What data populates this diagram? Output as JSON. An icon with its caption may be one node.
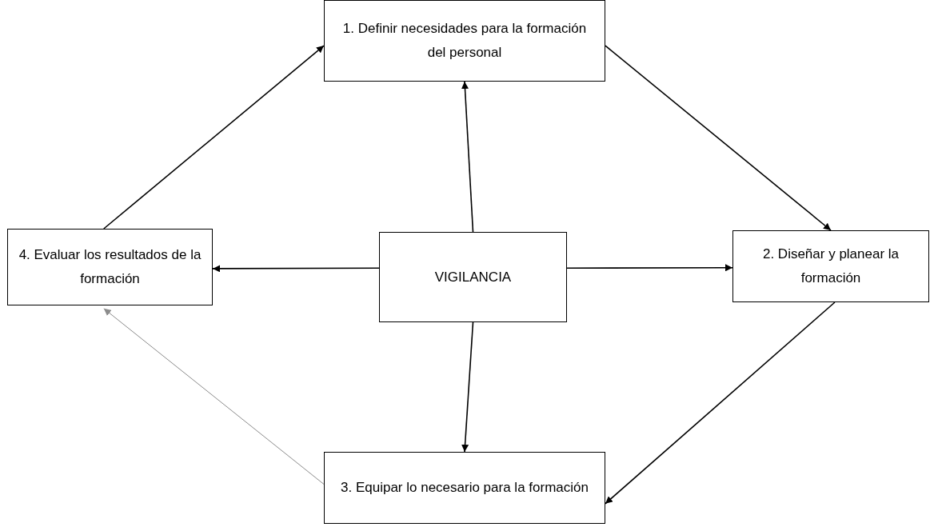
{
  "diagram": {
    "nodes": [
      {
        "text": [
          "1. Definir necesidades para la formación del personal"
        ]
      },
      {
        "text": [
          "2. Diseñar y planear la formación"
        ]
      },
      {
        "text": [
          "3. Equipar lo necesario para la formación"
        ]
      },
      {
        "text": [
          "4. Evaluar los resultados de la formación"
        ]
      },
      {
        "text": [
          "VIGILANCIA"
        ]
      }
    ],
    "edges": [
      {
        "from": 0,
        "to": 1,
        "arrow": "to"
      },
      {
        "from": 1,
        "to": 2,
        "arrow": "to"
      },
      {
        "from": 2,
        "to": 3,
        "arrow": "to",
        "color": "#8c8c8c"
      },
      {
        "from": 3,
        "to": 0,
        "arrow": "to"
      },
      {
        "from": 4,
        "to": 0,
        "arrow": "to"
      },
      {
        "from": 4,
        "to": 1,
        "arrow": "to"
      },
      {
        "from": 4,
        "to": 2,
        "arrow": "to"
      },
      {
        "from": 4,
        "to": 3,
        "arrow": "to"
      }
    ]
  }
}
